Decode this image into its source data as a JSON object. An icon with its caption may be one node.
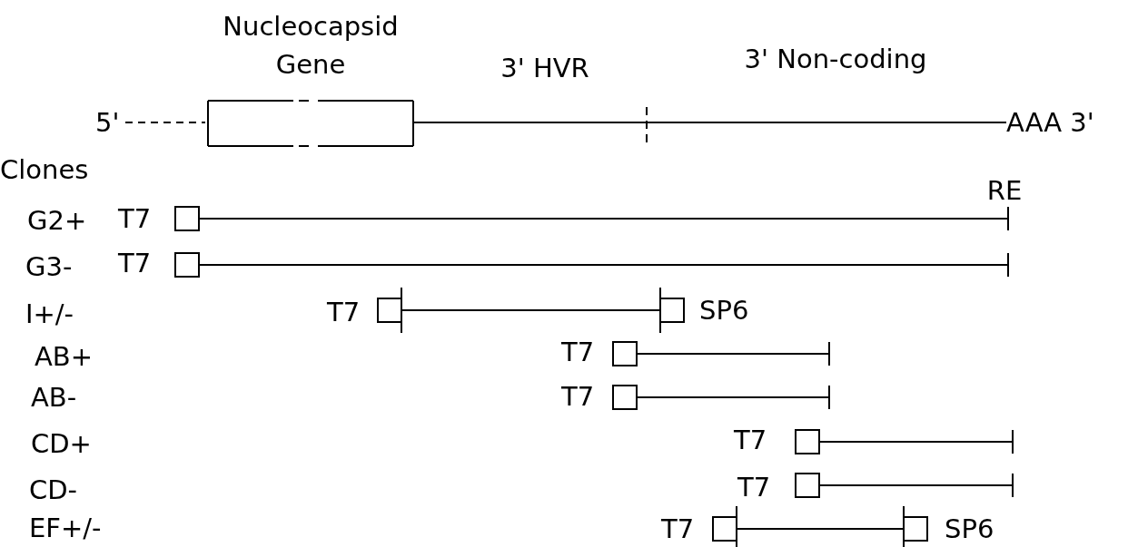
{
  "diagram": {
    "nodes": [
      {
        "text": [
          "Nucleocapsid Gene"
        ]
      }
    ],
    "labels": [
      "3' HVR",
      "3' Non-coding",
      "5'",
      "AAA 3'",
      "Clones",
      "RE",
      "G2+",
      "T7",
      "G3-",
      "T7",
      "I+/-",
      "T7",
      "SP6",
      "AB+",
      "T7",
      "AB-",
      "T7",
      "CD+",
      "T7",
      "CD-",
      "T7",
      "EF+/-",
      "T7",
      "SP6"
    ]
  }
}
